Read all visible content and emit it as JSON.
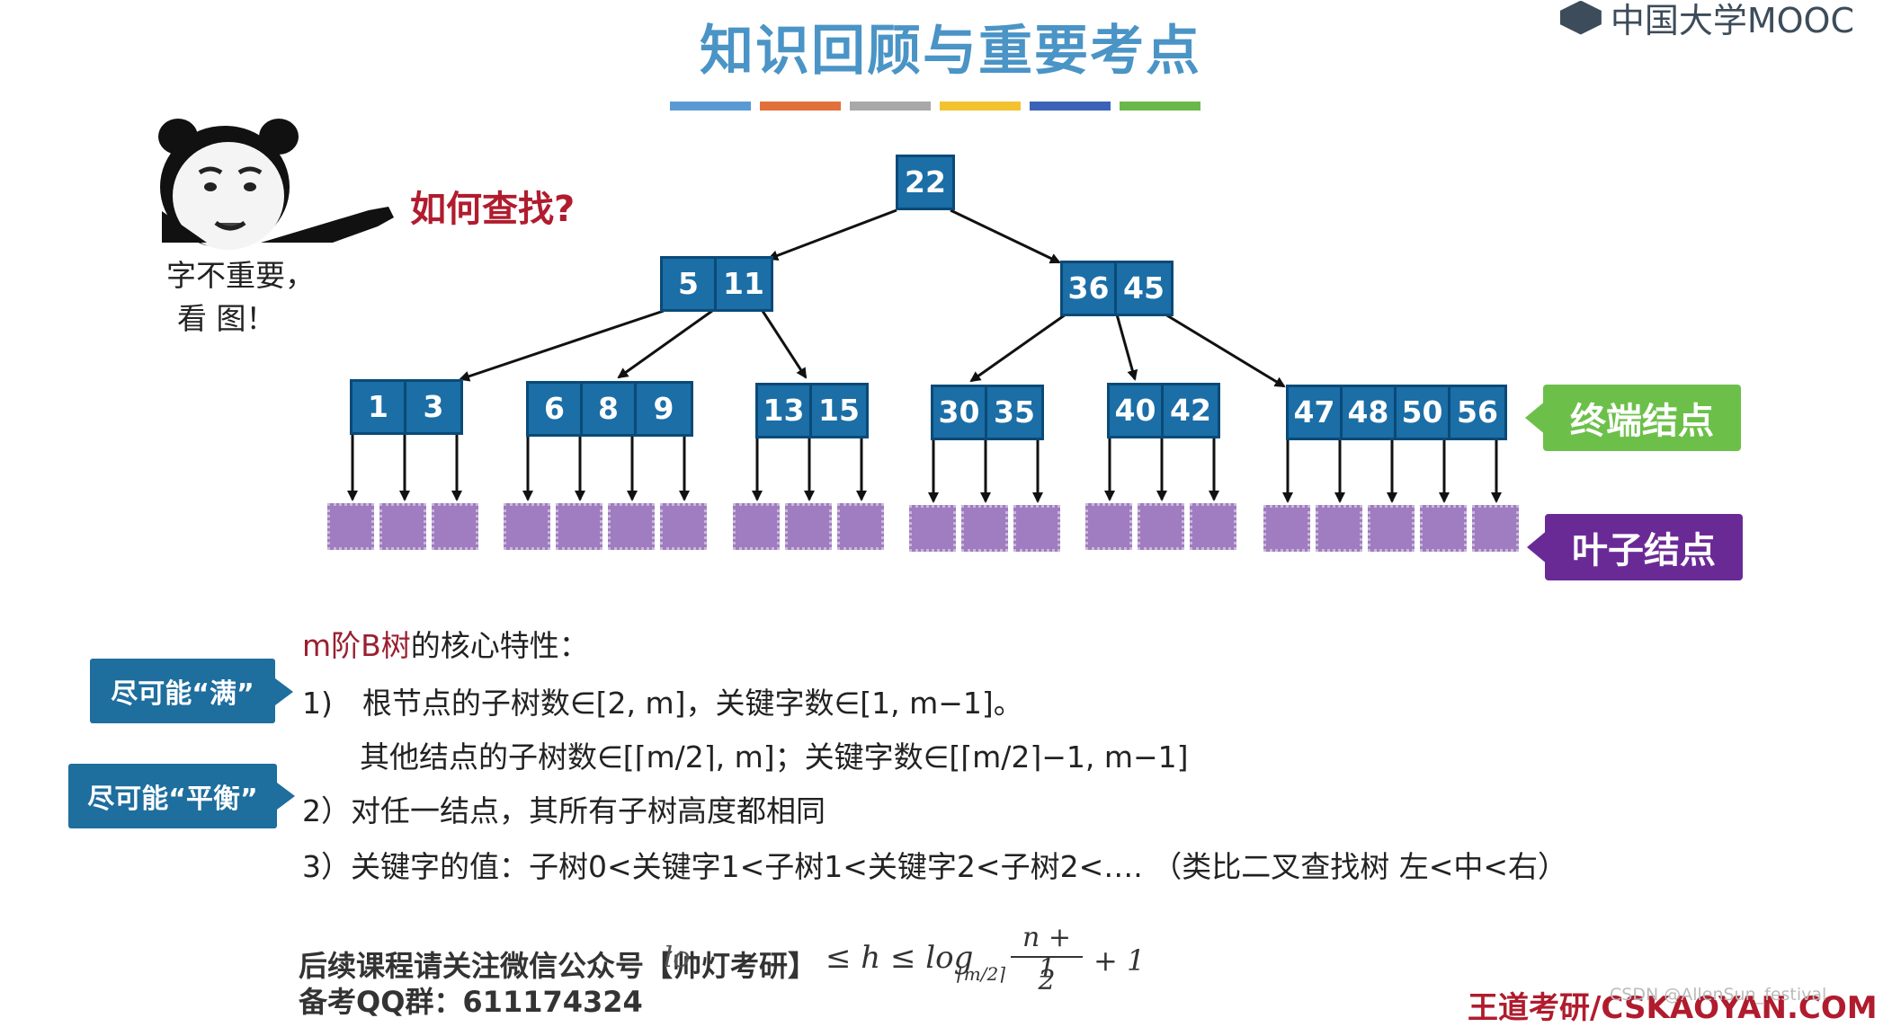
{
  "title": "知识回顾与重要考点",
  "brand": "中国大学MOOC",
  "stripe_colors": [
    "#5a9ad4",
    "#e2703a",
    "#a8a8a8",
    "#f2c230",
    "#3c63b8",
    "#6bb84a"
  ],
  "panda_caption": [
    "字不重要，",
    "看 图！"
  ],
  "how_to_find": "如何查找?",
  "tree": {
    "root": [
      "22"
    ],
    "level1": [
      [
        "5",
        "11"
      ],
      [
        "36",
        "45"
      ]
    ],
    "level2": [
      [
        "1",
        "3"
      ],
      [
        "6",
        "8",
        "9"
      ],
      [
        "13",
        "15"
      ],
      [
        "30",
        "35"
      ],
      [
        "40",
        "42"
      ],
      [
        "47",
        "48",
        "50",
        "56"
      ]
    ]
  },
  "labels": {
    "terminal": "终端结点",
    "leaf": "叶子结点",
    "terminal_color": "#6cc04a",
    "leaf_color": "#6a2a96"
  },
  "properties": {
    "heading_prefix": "m阶B树",
    "heading_suffix": "的核心特性：",
    "bubble_full": "尽可能“满”",
    "bubble_balance": "尽可能“平衡”",
    "line1": "1)　根节点的子树数∈[2, m]，关键字数∈[1, m−1]。",
    "line1b": "其他结点的子树数∈[⌈m/2⌉, m]；关键字数∈[⌈m/2⌉−1, m−1]",
    "line2": "2）对任一结点，其所有子树高度都相同",
    "line3": "3）关键字的值：子树0<关键字1<子树1<关键字2<子树2<…. （类比二叉查找树 左<中<右）"
  },
  "footer": {
    "line1": "后续课程请关注微信公众号【帅灯考研】",
    "formula_left": "lo",
    "formula_mid": "≤ h ≤ log",
    "formula_sub": "⌈m/2⌉",
    "formula_num": "n + 1",
    "formula_den": "2",
    "formula_tail": "+ 1",
    "line2": "备考QQ群：611174324",
    "brand": "王道考研/CSKAOYAN.COM",
    "watermark": "CSDN @AllenSun_festival"
  }
}
